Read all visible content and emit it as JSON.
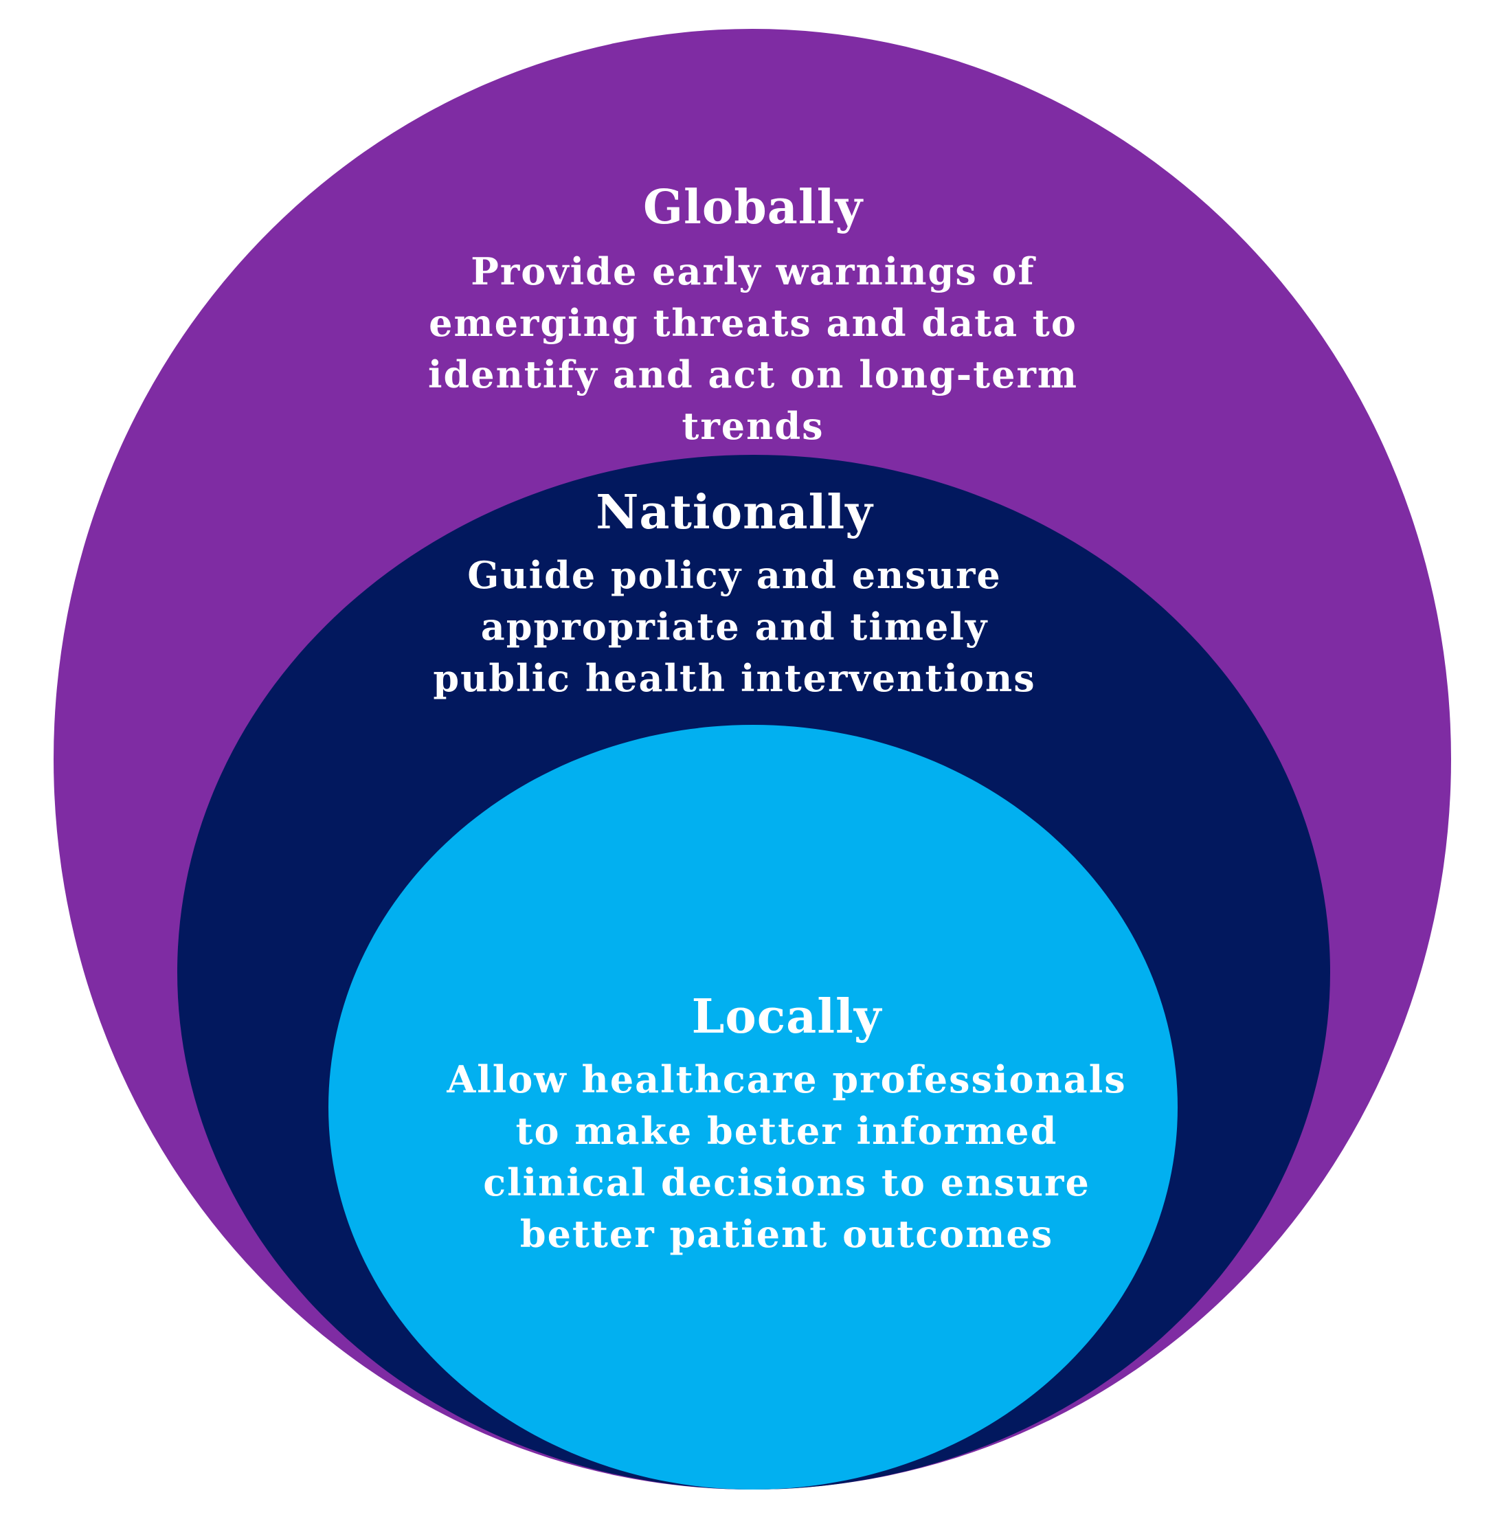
{
  "colors": {
    "outer": "#7f2ca3",
    "middle": "#02185e",
    "inner": "#02b0f0",
    "text": "#ffffff"
  },
  "levels": [
    {
      "title": "Globally",
      "description": "Provide early warnings of emerging threats and data to identify and act on long-term trends"
    },
    {
      "title": "Nationally",
      "description": "Guide policy and ensure appropriate and timely public health interventions"
    },
    {
      "title": "Locally",
      "description": "Allow healthcare professionals to make better informed clinical decisions to ensure better patient outcomes"
    }
  ]
}
